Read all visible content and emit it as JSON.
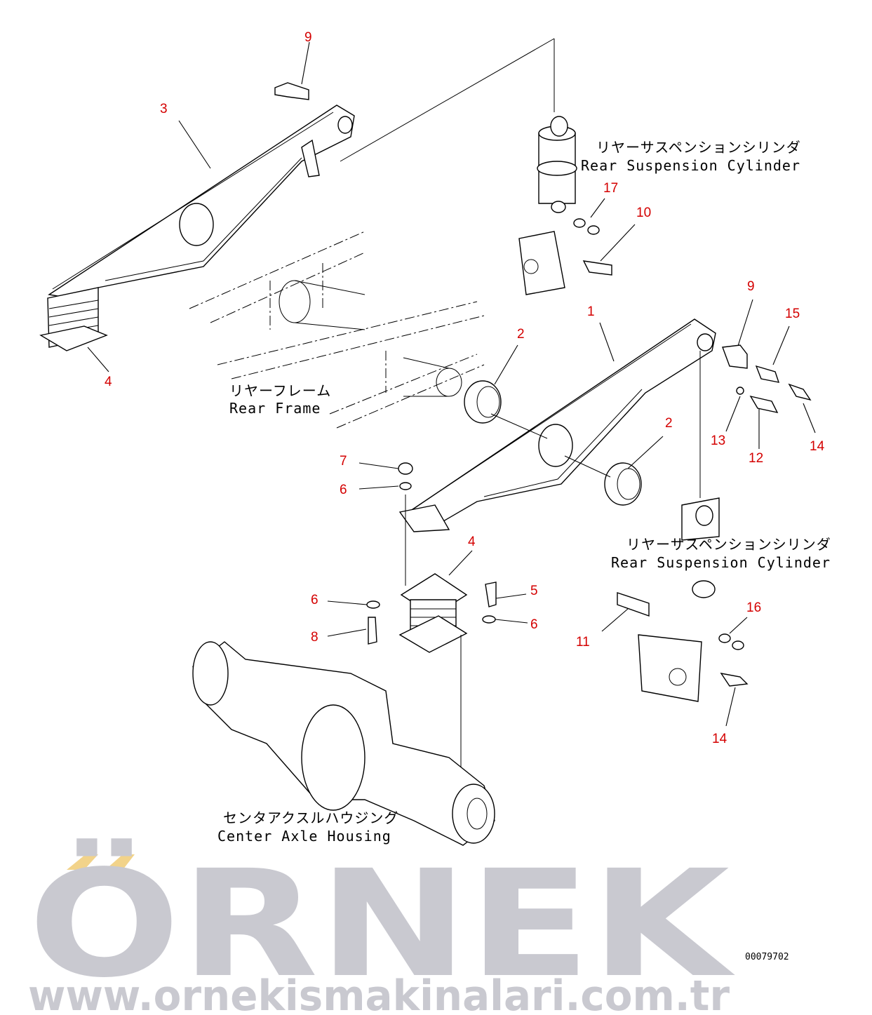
{
  "watermark": {
    "brand": "ÖRNEK",
    "url": "www.ornekismakinalari.com.tr",
    "color": "#c9c9d0"
  },
  "labels": {
    "cylinder_top_jp": "リヤーサスペンションシリンダ",
    "cylinder_top_en": "Rear Suspension Cylinder",
    "cylinder_bottom_jp": "リヤーサスペンションシリンダ",
    "cylinder_bottom_en": "Rear Suspension Cylinder",
    "frame_jp": "リヤーフレーム",
    "frame_en": "Rear Frame",
    "axle_jp": "センタアクスルハウジング",
    "axle_en": "Center Axle Housing"
  },
  "drawing_code": "00079702",
  "callout_color": "#d40000",
  "callouts": [
    "9",
    "3",
    "4",
    "1",
    "2",
    "2",
    "17",
    "10",
    "9",
    "15",
    "13",
    "12",
    "14",
    "7",
    "6",
    "4",
    "5",
    "6",
    "6",
    "8",
    "11",
    "16",
    "14"
  ]
}
